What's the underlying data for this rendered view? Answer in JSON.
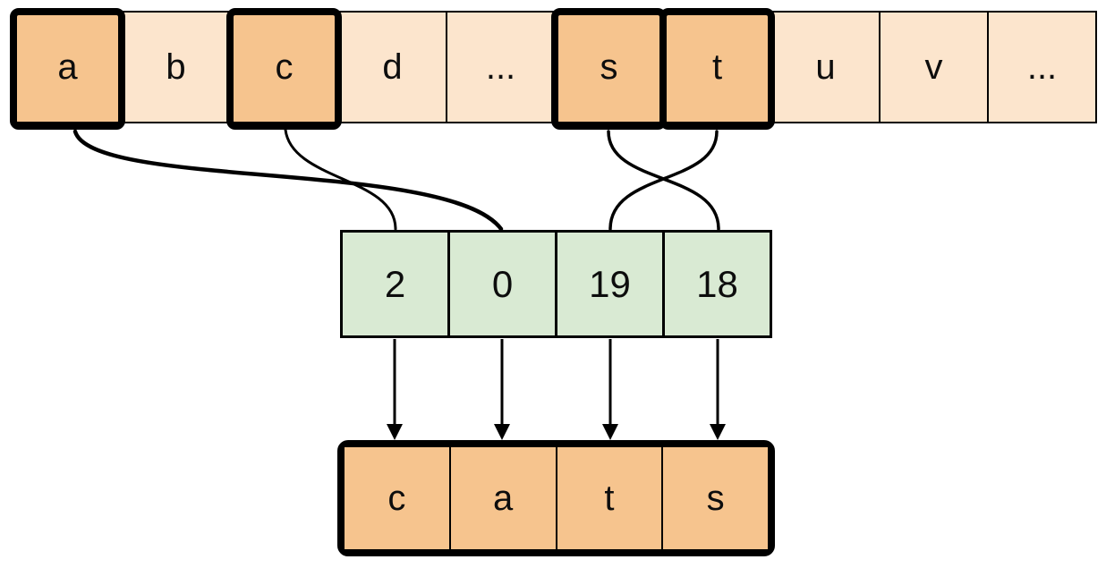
{
  "alphabet_row": {
    "cells": [
      {
        "label": "a",
        "highlighted": true
      },
      {
        "label": "b",
        "highlighted": false
      },
      {
        "label": "c",
        "highlighted": true
      },
      {
        "label": "d",
        "highlighted": false
      },
      {
        "label": "...",
        "highlighted": false
      },
      {
        "label": "s",
        "highlighted": true
      },
      {
        "label": "t",
        "highlighted": true
      },
      {
        "label": "u",
        "highlighted": false
      },
      {
        "label": "v",
        "highlighted": false
      },
      {
        "label": "...",
        "highlighted": false
      }
    ]
  },
  "index_row": {
    "cells": [
      {
        "value": "2"
      },
      {
        "value": "0"
      },
      {
        "value": "19"
      },
      {
        "value": "18"
      }
    ]
  },
  "output_row": {
    "cells": [
      {
        "label": "c"
      },
      {
        "label": "a"
      },
      {
        "label": "t"
      },
      {
        "label": "s"
      }
    ]
  },
  "mappings": [
    {
      "from_char": "a",
      "to_index_value": "0"
    },
    {
      "from_char": "c",
      "to_index_value": "2"
    },
    {
      "from_char": "s",
      "to_index_value": "18"
    },
    {
      "from_char": "t",
      "to_index_value": "19"
    }
  ],
  "colors": {
    "highlight_fill": "#F6C48E",
    "normal_fill": "#FCE5CD",
    "index_fill": "#D9EAD3",
    "line": "#000000"
  }
}
